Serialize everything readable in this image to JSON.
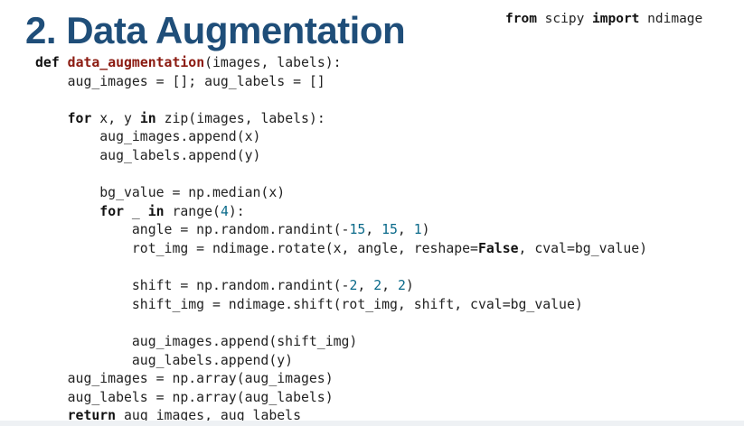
{
  "slide": {
    "title": "2. Data Augmentation",
    "import_line": [
      {
        "t": "from",
        "c": "kw"
      },
      {
        "t": " scipy ",
        "c": ""
      },
      {
        "t": "import",
        "c": "kw"
      },
      {
        "t": " ndimage",
        "c": ""
      }
    ]
  },
  "code_lines": [
    [
      {
        "t": "def",
        "c": "kw"
      },
      {
        "t": " ",
        "c": ""
      },
      {
        "t": "data_augmentation",
        "c": "fn"
      },
      {
        "t": "(images, labels):",
        "c": ""
      }
    ],
    [
      {
        "t": "    aug_images = []; aug_labels = []",
        "c": ""
      }
    ],
    [],
    [
      {
        "t": "    ",
        "c": ""
      },
      {
        "t": "for",
        "c": "kw"
      },
      {
        "t": " x, y ",
        "c": ""
      },
      {
        "t": "in",
        "c": "kw"
      },
      {
        "t": " zip(images, labels):",
        "c": ""
      }
    ],
    [
      {
        "t": "        aug_images.append(x)",
        "c": ""
      }
    ],
    [
      {
        "t": "        aug_labels.append(y)",
        "c": ""
      }
    ],
    [],
    [
      {
        "t": "        bg_value = np.median(x)",
        "c": ""
      }
    ],
    [
      {
        "t": "        ",
        "c": ""
      },
      {
        "t": "for",
        "c": "kw"
      },
      {
        "t": " _ ",
        "c": ""
      },
      {
        "t": "in",
        "c": "kw"
      },
      {
        "t": " range(",
        "c": ""
      },
      {
        "t": "4",
        "c": "num"
      },
      {
        "t": "):",
        "c": ""
      }
    ],
    [
      {
        "t": "            angle = np.random.randint(-",
        "c": ""
      },
      {
        "t": "15",
        "c": "num"
      },
      {
        "t": ", ",
        "c": ""
      },
      {
        "t": "15",
        "c": "num"
      },
      {
        "t": ", ",
        "c": ""
      },
      {
        "t": "1",
        "c": "num"
      },
      {
        "t": ")",
        "c": ""
      }
    ],
    [
      {
        "t": "            rot_img = ndimage.rotate(x, angle, reshape=",
        "c": ""
      },
      {
        "t": "False",
        "c": "kw"
      },
      {
        "t": ", cval=bg_value)",
        "c": ""
      }
    ],
    [],
    [
      {
        "t": "            shift = np.random.randint(-",
        "c": ""
      },
      {
        "t": "2",
        "c": "num"
      },
      {
        "t": ", ",
        "c": ""
      },
      {
        "t": "2",
        "c": "num"
      },
      {
        "t": ", ",
        "c": ""
      },
      {
        "t": "2",
        "c": "num"
      },
      {
        "t": ")",
        "c": ""
      }
    ],
    [
      {
        "t": "            shift_img = ndimage.shift(rot_img, shift, cval=bg_value)",
        "c": ""
      }
    ],
    [],
    [
      {
        "t": "            aug_images.append(shift_img)",
        "c": ""
      }
    ],
    [
      {
        "t": "            aug_labels.append(y)",
        "c": ""
      }
    ],
    [
      {
        "t": "    aug_images = np.array(aug_images)",
        "c": ""
      }
    ],
    [
      {
        "t": "    aug_labels = np.array(aug_labels)",
        "c": ""
      }
    ],
    [
      {
        "t": "    ",
        "c": ""
      },
      {
        "t": "return",
        "c": "kw"
      },
      {
        "t": " aug_images, aug_labels",
        "c": ""
      }
    ]
  ]
}
